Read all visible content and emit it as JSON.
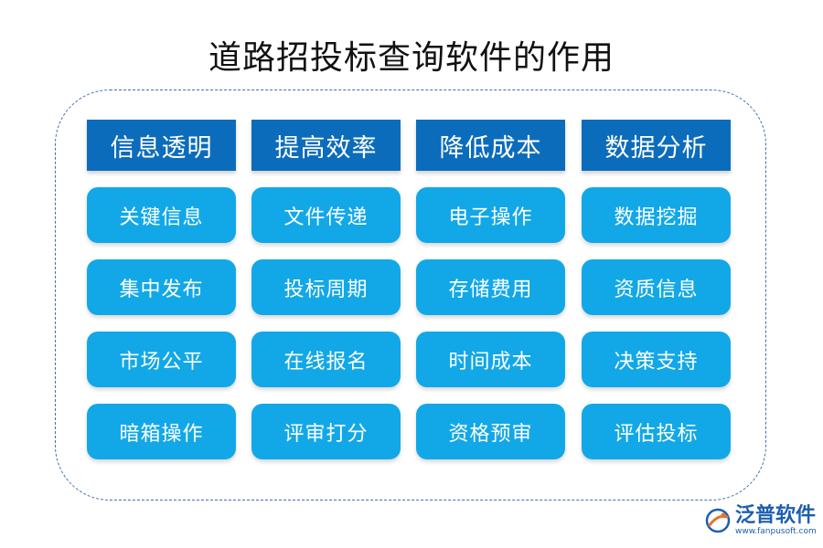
{
  "title": "道路招投标查询软件的作用",
  "columns": [
    {
      "header": "信息透明",
      "items": [
        "关键信息",
        "集中发布",
        "市场公平",
        "暗箱操作"
      ]
    },
    {
      "header": "提高效率",
      "items": [
        "文件传递",
        "投标周期",
        "在线报名",
        "评审打分"
      ]
    },
    {
      "header": "降低成本",
      "items": [
        "电子操作",
        "存储费用",
        "时间成本",
        "资格预审"
      ]
    },
    {
      "header": "数据分析",
      "items": [
        "数据挖掘",
        "资质信息",
        "决策支持",
        "评估投标"
      ]
    }
  ],
  "logo": {
    "name": "泛普软件",
    "url": "www.fanpusoft.com"
  },
  "colors": {
    "header_bg": "#0c6cbc",
    "item_bg": "#12a8e8",
    "frame": "#3d6fb0"
  }
}
